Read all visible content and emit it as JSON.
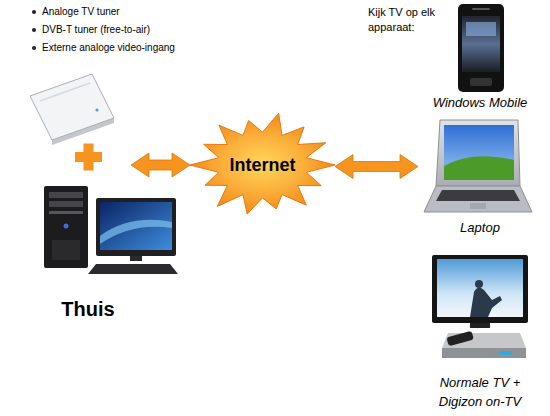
{
  "diagram": {
    "nodes": [
      {
        "text": [
          "Thuis"
        ]
      },
      {
        "text": [
          "Internet"
        ]
      },
      {
        "text": [
          "Laptop"
        ]
      }
    ],
    "edges": [
      {
        "from": 0,
        "to": 1,
        "arrow": "both"
      },
      {
        "from": 1,
        "to": 2,
        "arrow": "both"
      }
    ],
    "labels": [
      "Analoge TV tuner",
      "DVB-T tuner (free-to-air)",
      "Externe analoge video-ingang",
      "Kijk TV op elk apparaat:",
      "Windows Mobile",
      "Normale TV + Digizon on-TV"
    ]
  }
}
